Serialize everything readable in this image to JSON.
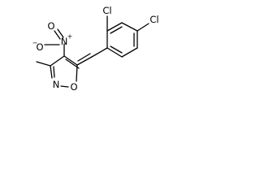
{
  "molecule": {
    "atoms": {
      "cl_top": "Cl",
      "cl_right": "Cl",
      "nitro_o_top": "O",
      "nitro_n": "N",
      "nitro_n_charge": "+",
      "nitro_o_left": "O",
      "nitro_o_left_charge": "−",
      "ring_n": "N",
      "ring_o": "O"
    }
  }
}
